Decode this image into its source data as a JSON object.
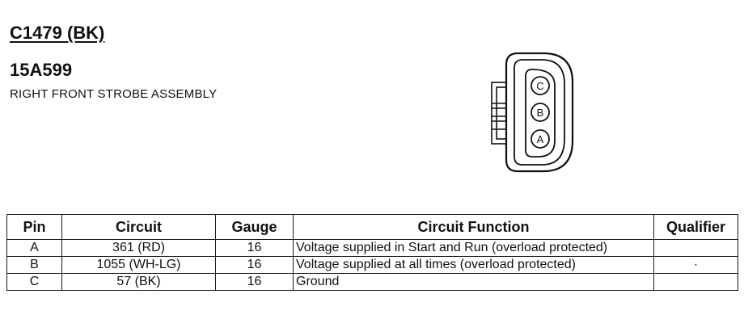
{
  "header": {
    "connector_id": "C1479 (BK)",
    "part_number": "15A599",
    "description": "RIGHT FRONT STROBE ASSEMBLY"
  },
  "diagram": {
    "pins": [
      "C",
      "B",
      "A"
    ]
  },
  "table": {
    "columns": [
      "Pin",
      "Circuit",
      "Gauge",
      "Circuit Function",
      "Qualifier"
    ],
    "rows": [
      {
        "pin": "A",
        "circuit": "361 (RD)",
        "gauge": "16",
        "function": "Voltage supplied in Start and Run (overload protected)",
        "qualifier": ""
      },
      {
        "pin": "B",
        "circuit": "1055 (WH-LG)",
        "gauge": "16",
        "function": "Voltage supplied at all times (overload protected)",
        "qualifier": "·"
      },
      {
        "pin": "C",
        "circuit": "57 (BK)",
        "gauge": "16",
        "function": "Ground",
        "qualifier": ""
      }
    ]
  }
}
